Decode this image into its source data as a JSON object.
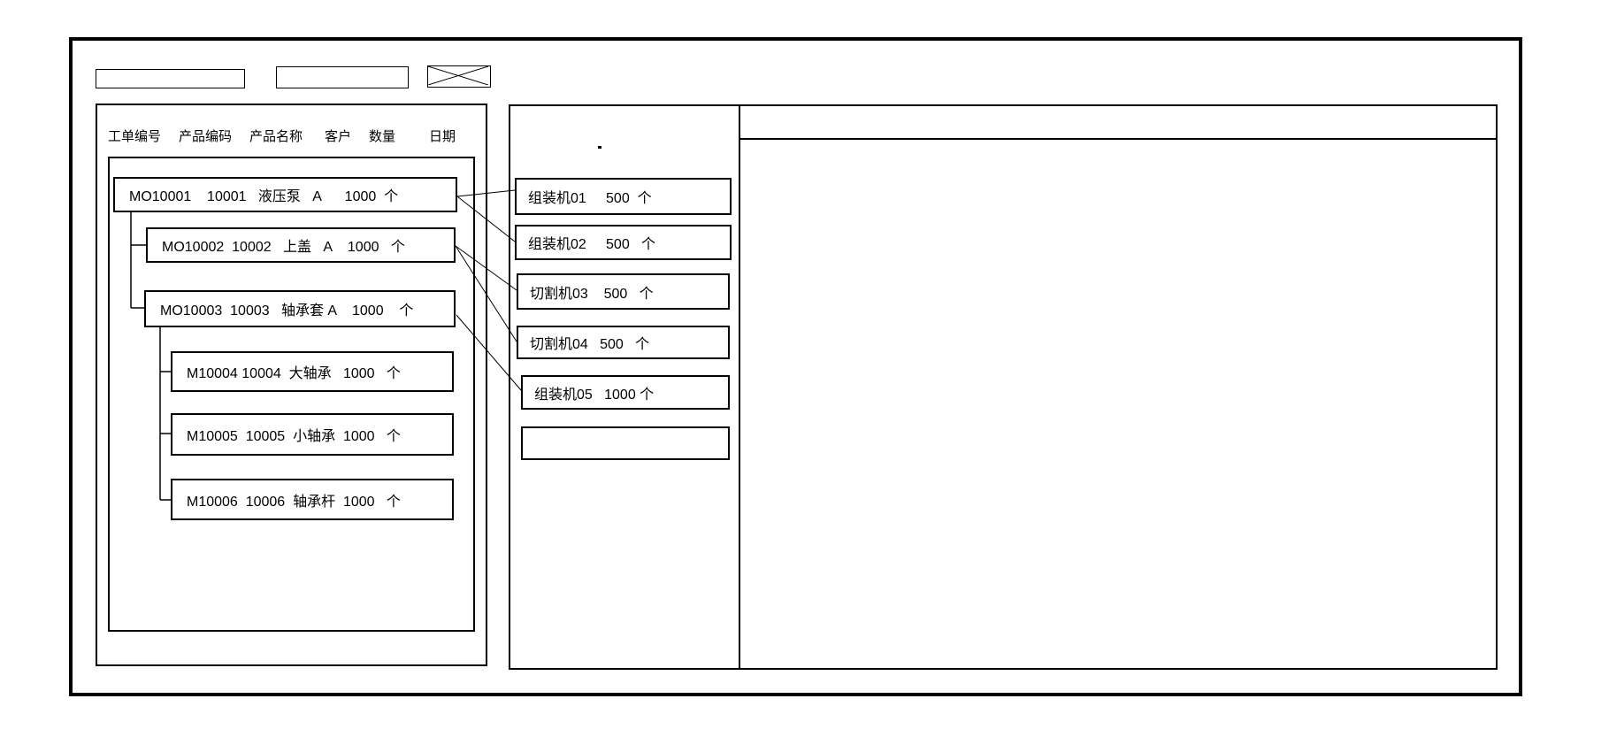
{
  "window": {
    "toolbar": {
      "field1_value": "",
      "field2_value": "",
      "close_glyph": "close"
    },
    "left_panel": {
      "headers": [
        "工单编号",
        "产品编码",
        "产品名称",
        "客户",
        "数量",
        "日期"
      ],
      "work_orders": [
        {
          "label": "MO10001    10001   液压泵   A      1000  个"
        },
        {
          "label": "MO10002  10002   上盖   A    1000   个"
        },
        {
          "label": "MO10003  10003   轴承套 A    1000    个"
        },
        {
          "label": "M10004 10004  大轴承   1000   个"
        },
        {
          "label": "M10005  10005  小轴承  1000   个"
        },
        {
          "label": "M10006  10006  轴承杆  1000   个"
        }
      ]
    },
    "machine_panel": {
      "dot": ".",
      "machines": [
        {
          "label": "组装机01     500  个"
        },
        {
          "label": "组装机02     500   个"
        },
        {
          "label": "切割机03    500   个"
        },
        {
          "label": "切割机04   500   个"
        },
        {
          "label": "组装机05   1000 个"
        },
        {
          "label": ""
        }
      ]
    },
    "right_panel": {
      "content": ""
    },
    "connections": [
      {
        "from": "MO10001",
        "to": "组装机01"
      },
      {
        "from": "MO10001",
        "to": "组装机02"
      },
      {
        "from": "MO10002",
        "to": "切割机03"
      },
      {
        "from": "MO10002",
        "to": "切割机04"
      },
      {
        "from": "MO10003",
        "to": "组装机05"
      }
    ],
    "colors": {
      "line": "#000000",
      "background": "#ffffff"
    }
  }
}
